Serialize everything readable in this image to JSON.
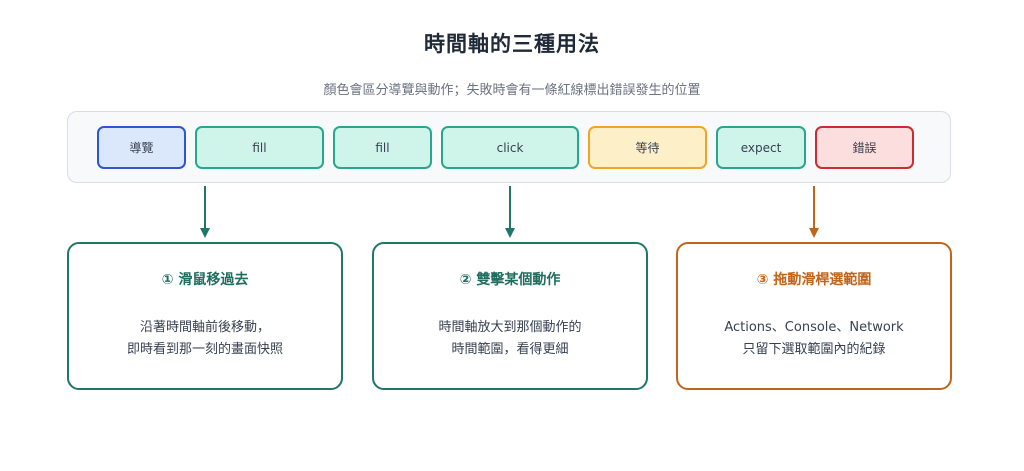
{
  "title": "時間軸的三種用法",
  "subtitle": "顏色會區分導覽與動作；失敗時會有一條紅線標出錯誤發生的位置",
  "timeline": {
    "steps": [
      {
        "label": "導覽",
        "kind": "nav"
      },
      {
        "label": "fill",
        "kind": "act"
      },
      {
        "label": "fill",
        "kind": "act"
      },
      {
        "label": "click",
        "kind": "act"
      },
      {
        "label": "等待",
        "kind": "wait"
      },
      {
        "label": "expect",
        "kind": "act"
      },
      {
        "label": "錯誤",
        "kind": "err"
      }
    ]
  },
  "cards": [
    {
      "title": "① 滑鼠移過去",
      "lines": [
        "沿著時間軸前後移動，",
        "即時看到那一刻的畫面快照"
      ],
      "color": "#1f7768"
    },
    {
      "title": "② 雙擊某個動作",
      "lines": [
        "時間軸放大到那個動作的",
        "時間範圍，看得更細"
      ],
      "color": "#1f7768"
    },
    {
      "title": "③ 拖動滑桿選範圍",
      "lines": [
        "Actions、Console、Network",
        "只留下選取範圍內的紀錄"
      ],
      "color": "#c2651c"
    }
  ]
}
